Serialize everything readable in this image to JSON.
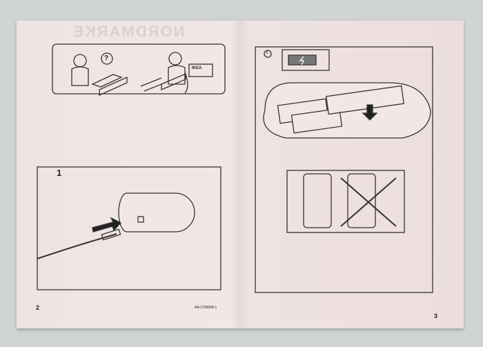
{
  "page_left": {
    "page_number": "2",
    "step_number": "1",
    "help_bubble": "?",
    "store_sign": "IKEA",
    "article_code": "AA-1795058-1",
    "show_through_text": "NORDMARKE"
  },
  "page_right": {
    "page_number": "3",
    "info_icon": "i",
    "battery_icon": "battery-charging-icon"
  },
  "colors": {
    "paper": "#efe4e2",
    "ink": "#222222",
    "background": "#cfd3d2"
  }
}
